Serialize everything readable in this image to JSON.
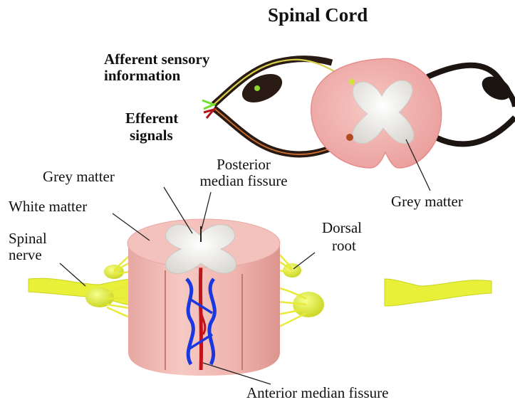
{
  "title": "Spinal Cord",
  "labels": {
    "afferent_line1": "Afferent sensory",
    "afferent_line2": "information",
    "efferent_line1": "Efferent",
    "efferent_line2": "signals",
    "grey_matter_top": "Grey matter",
    "grey_matter_left": "Grey matter",
    "posterior_line1": "Posterior",
    "posterior_line2": "median fissure",
    "white_matter": "White matter",
    "spinal_line1": "Spinal",
    "spinal_line2": "nerve",
    "dorsal_line1": "Dorsal",
    "dorsal_line2": "root",
    "anterior": "Anterior median fissure"
  },
  "colors": {
    "cord_pink": "#f2b7b3",
    "grey_matter": "#f2f0ec",
    "nerve_yellow": "#e8f03a",
    "nerve_dark": "#2a1a14",
    "vessel_blue": "#1a37e0",
    "vessel_red": "#c0141a",
    "leader_line": "#222222"
  }
}
